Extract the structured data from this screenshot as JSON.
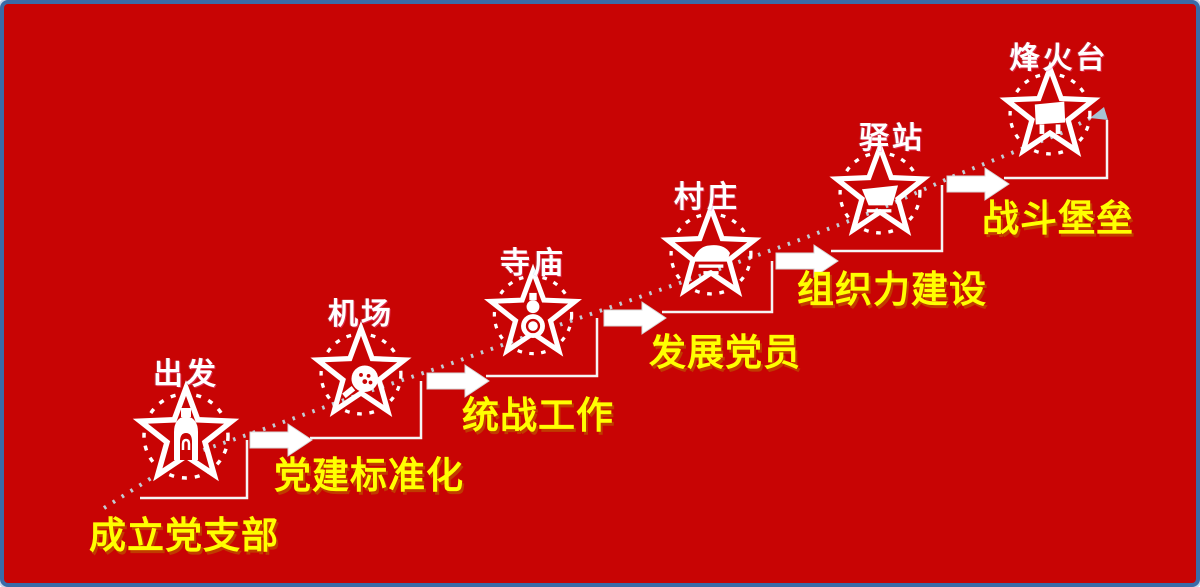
{
  "diagram": {
    "title": "party-building-journey-route",
    "colors": {
      "background": "#c80404",
      "border_blue": "#3a6ca8",
      "station_text": "#ffffff",
      "task_text": "#ffff00",
      "route_dots": "#c2ccd4",
      "arrow_fill": "#ffffff"
    },
    "stages": [
      {
        "station": "出发",
        "task": "成立党支部",
        "icon": "gate-tower-icon"
      },
      {
        "station": "机场",
        "task": "党建标准化",
        "icon": "globe-magnifier-icon"
      },
      {
        "station": "寺庙",
        "task": "统战工作",
        "icon": "monk-icon"
      },
      {
        "station": "村庄",
        "task": "发展党员",
        "icon": "village-house-icon"
      },
      {
        "station": "驿站",
        "task": "组织力建设",
        "icon": "boat-icon"
      },
      {
        "station": "烽火台",
        "task": "战斗堡垒",
        "icon": "beacon-tower-icon"
      }
    ]
  }
}
